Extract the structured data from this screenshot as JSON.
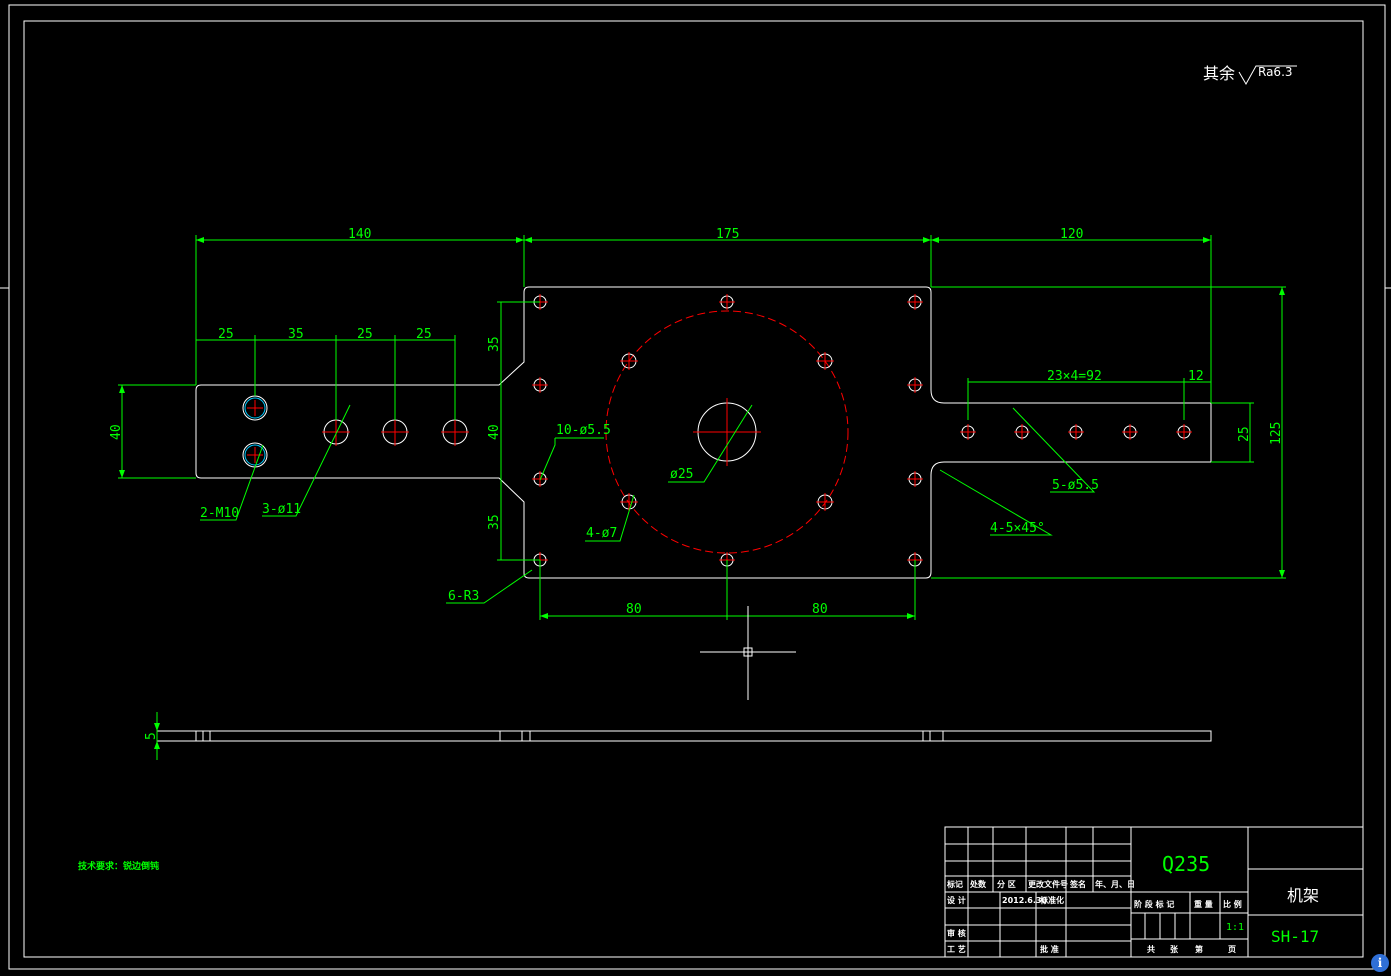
{
  "roughness": {
    "prefix": "其余",
    "value": "Ra6.3"
  },
  "dims": {
    "d140": "140",
    "d175": "175",
    "d120": "120",
    "d25a": "25",
    "d35a": "35",
    "d25b": "25",
    "d25c": "25",
    "d35_top": "35",
    "d40_mid": "40",
    "d35_bot": "35",
    "d40_left": "40",
    "d23x4": "23×4=92",
    "d12": "12",
    "d25_right": "25",
    "d125": "125",
    "d80_left": "80",
    "d80_right": "80",
    "d5": "5"
  },
  "callouts": {
    "m10": "2-M10",
    "phi11": "3-ø11",
    "phi55_10": "10-ø5.5",
    "phi25": "ø25",
    "phi7": "4-ø7",
    "r3": "6-R3",
    "phi55_5": "5-ø5.5",
    "chamfer": "4-5×45°"
  },
  "note": "技术要求：锐边倒钝",
  "title_block": {
    "material": "Q235",
    "part_name": "机架",
    "drawing_no": "SH-17",
    "scale": "1:1",
    "row_header": [
      "标记",
      "处数",
      "分 区",
      "更改文件号",
      "签名",
      "年、月、日"
    ],
    "design_label": "设 计",
    "design_date": "2012.6.30",
    "standardize": "标准化",
    "review": "审 核",
    "process": "工 艺",
    "approve": "批 准",
    "stage_header": [
      "阶 段 标 记",
      "重 量",
      "比 例"
    ],
    "sheet_footer": [
      "共",
      "张",
      "第",
      "页"
    ]
  },
  "colors": {
    "outline": "#ffffff",
    "dimension": "#00ff00",
    "center": "#ff0000",
    "bolt_circle": "#ff0000"
  }
}
